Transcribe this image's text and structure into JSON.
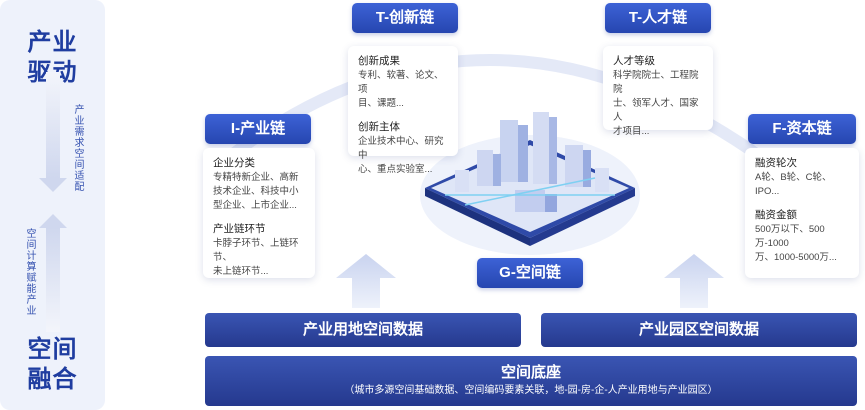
{
  "left": {
    "top_title": [
      "产业",
      "驱动"
    ],
    "down_label": "产业需求空间适配",
    "up_label": "空间计算赋能产业",
    "bottom_title": [
      "空间",
      "融合"
    ]
  },
  "chains": {
    "innovation": "T-创新链",
    "talent": "T-人才链",
    "industry": "I-产业链",
    "capital": "F-资本链",
    "space": "G-空间链"
  },
  "cards": {
    "innovation": [
      {
        "title": "创新成果",
        "body": "专利、软著、论文、项\n目、课题..."
      },
      {
        "title": "创新主体",
        "body": "企业技术中心、研究中\n心、重点实验室..."
      }
    ],
    "talent": [
      {
        "title": "人才等级",
        "body": "科学院院士、工程院院\n士、领军人才、国家人\n才项目..."
      }
    ],
    "industry": [
      {
        "title": "企业分类",
        "body": "专精特新企业、高新\n技术企业、科技中小\n型企业、上市企业..."
      },
      {
        "title": "产业链环节",
        "body": "卡脖子环节、上链环节、\n未上链环节..."
      }
    ],
    "capital": [
      {
        "title": "融资轮次",
        "body": "A轮、B轮、C轮、IPO..."
      },
      {
        "title": "融资金额",
        "body": "500万以下、500万-1000\n万、1000-5000万..."
      }
    ]
  },
  "bars": {
    "land": "产业用地空间数据",
    "park": "产业园区空间数据",
    "base_title": "空间底座",
    "base_sub": "（城市多源空间基础数据、空间编码要素关联，地-园-房-企-人产业用地与产业园区）"
  }
}
